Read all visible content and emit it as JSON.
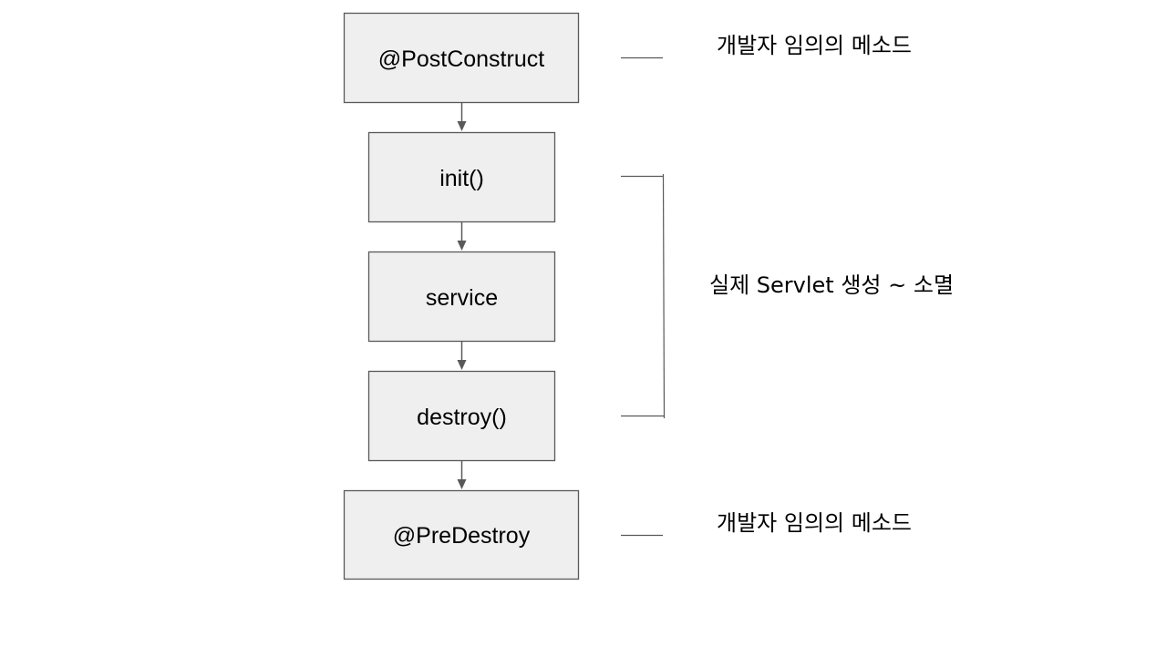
{
  "boxes": {
    "post_construct": "@PostConstruct",
    "init": "init()",
    "service": "service",
    "destroy": "destroy()",
    "pre_destroy": "@PreDestroy"
  },
  "notes": {
    "post_construct_note": "개발자 임의의 메소드",
    "servlet_lifecycle_note": "실제 Servlet 생성 ~ 소멸",
    "pre_destroy_note": "개발자 임의의 메소드"
  },
  "colors": {
    "box_fill": "#efefef",
    "box_stroke": "#595959",
    "text": "#000000",
    "background": "#ffffff"
  }
}
